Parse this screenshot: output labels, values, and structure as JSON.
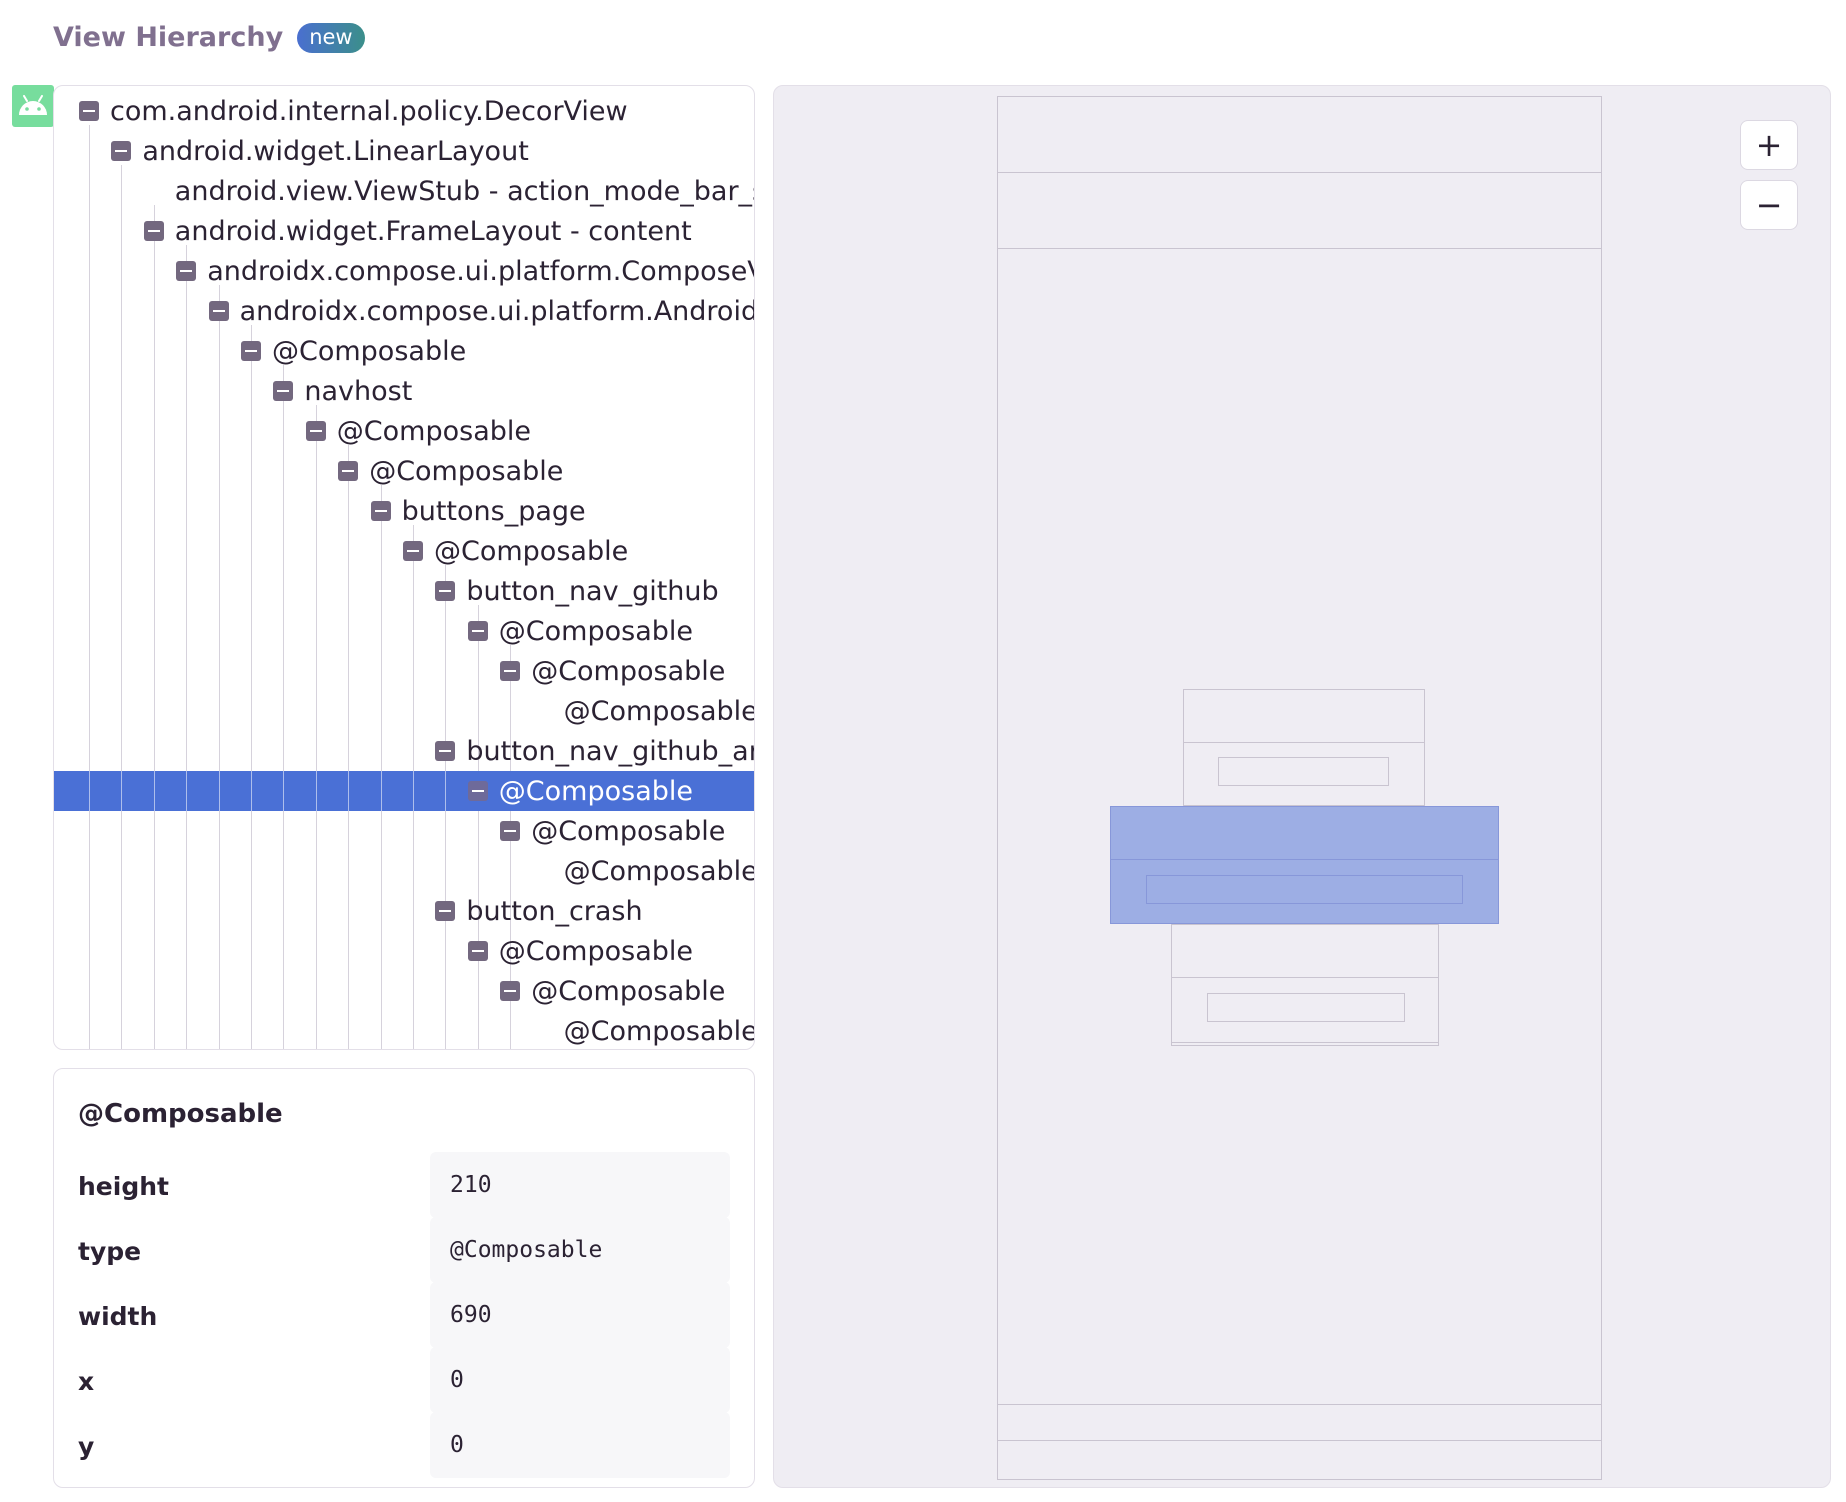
{
  "header": {
    "title": "View Hierarchy",
    "badge": "new"
  },
  "tree": {
    "rows": [
      {
        "label": "com.android.internal.policy.DecorView",
        "depth": 0,
        "toggle": true
      },
      {
        "label": "android.widget.LinearLayout",
        "depth": 1,
        "toggle": true
      },
      {
        "label": "android.view.ViewStub - action_mode_bar_stub",
        "depth": 2,
        "toggle": false
      },
      {
        "label": "android.widget.FrameLayout - content",
        "depth": 2,
        "toggle": true
      },
      {
        "label": "androidx.compose.ui.platform.ComposeView",
        "depth": 3,
        "toggle": true
      },
      {
        "label": "androidx.compose.ui.platform.AndroidComposeView",
        "depth": 4,
        "toggle": true
      },
      {
        "label": "@Composable",
        "depth": 5,
        "toggle": true
      },
      {
        "label": "navhost",
        "depth": 6,
        "toggle": true
      },
      {
        "label": "@Composable",
        "depth": 7,
        "toggle": true
      },
      {
        "label": "@Composable",
        "depth": 8,
        "toggle": true
      },
      {
        "label": "buttons_page",
        "depth": 9,
        "toggle": true
      },
      {
        "label": "@Composable",
        "depth": 10,
        "toggle": true
      },
      {
        "label": "button_nav_github",
        "depth": 11,
        "toggle": true
      },
      {
        "label": "@Composable",
        "depth": 12,
        "toggle": true
      },
      {
        "label": "@Composable",
        "depth": 13,
        "toggle": true
      },
      {
        "label": "@Composable",
        "depth": 14,
        "toggle": false
      },
      {
        "label": "button_nav_github_android",
        "depth": 11,
        "toggle": true
      },
      {
        "label": "@Composable",
        "depth": 12,
        "toggle": true,
        "selected": true
      },
      {
        "label": "@Composable",
        "depth": 13,
        "toggle": true
      },
      {
        "label": "@Composable",
        "depth": 14,
        "toggle": false
      },
      {
        "label": "button_crash",
        "depth": 11,
        "toggle": true
      },
      {
        "label": "@Composable",
        "depth": 12,
        "toggle": true
      },
      {
        "label": "@Composable",
        "depth": 13,
        "toggle": true
      },
      {
        "label": "@Composable",
        "depth": 14,
        "toggle": false
      }
    ]
  },
  "details": {
    "title": "@Composable",
    "props": [
      {
        "key": "height",
        "value": "210"
      },
      {
        "key": "type",
        "value": "@Composable"
      },
      {
        "key": "width",
        "value": "690"
      },
      {
        "key": "x",
        "value": "0"
      },
      {
        "key": "y",
        "value": "0"
      }
    ]
  },
  "zoom": {
    "in_label": "+",
    "out_label": "−"
  },
  "colors": {
    "accent": "#4a70d6",
    "highlight": "#9daee4",
    "android": "#77dd9d",
    "toggle": "#73687f"
  }
}
